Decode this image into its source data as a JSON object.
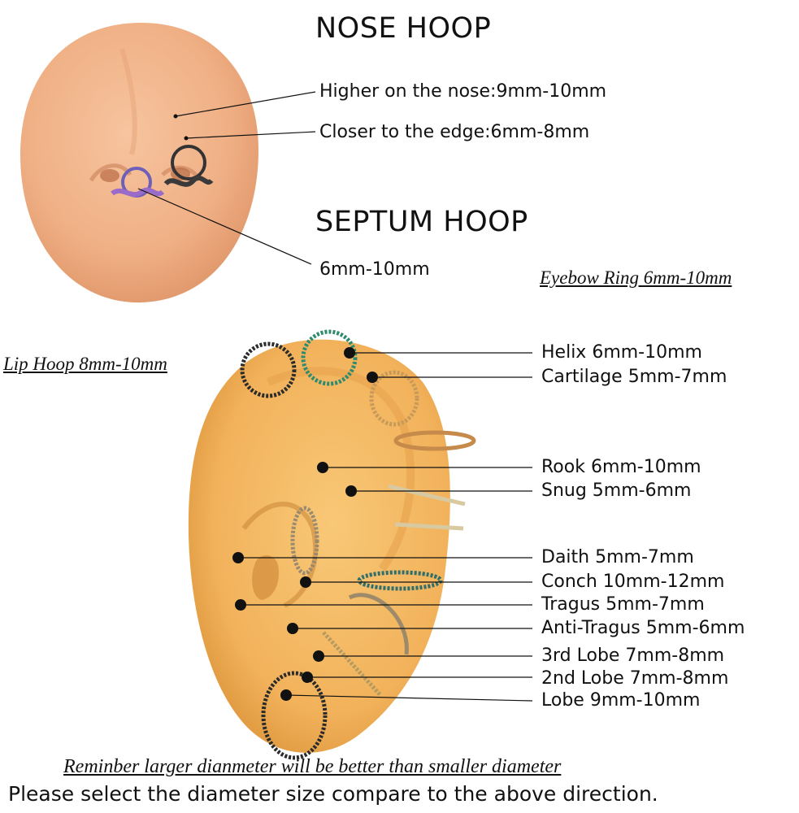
{
  "nose": {
    "heading": "NOSE HOOP",
    "higher_label": "Higher on the nose:9mm-10mm",
    "edge_label": "Closer to the edge:6mm-8mm"
  },
  "septum": {
    "heading": "SEPTUM HOOP",
    "size_label": "6mm-10mm"
  },
  "eyebrow_label": "Eyebow Ring 6mm-10mm",
  "lip_label": "Lip Hoop 8mm-10mm",
  "ear_labels": [
    "Helix  6mm-10mm",
    "Cartilage  5mm-7mm",
    "Rook  6mm-10mm",
    "Snug  5mm-6mm",
    "Daith  5mm-7mm",
    "Conch  10mm-12mm",
    "Tragus  5mm-7mm",
    "Anti-Tragus  5mm-6mm",
    "3rd Lobe  7mm-8mm",
    "2nd Lobe  7mm-8mm",
    "Lobe  9mm-10mm"
  ],
  "footer": {
    "reminder": "Reminber larger dianmeter will be better than smaller diameter",
    "instruction": "Please select the diameter size compare to the above direction."
  },
  "colors": {
    "skin_nose": "#f1b489",
    "skin_ear": "#f3b45e",
    "text": "#111111"
  }
}
